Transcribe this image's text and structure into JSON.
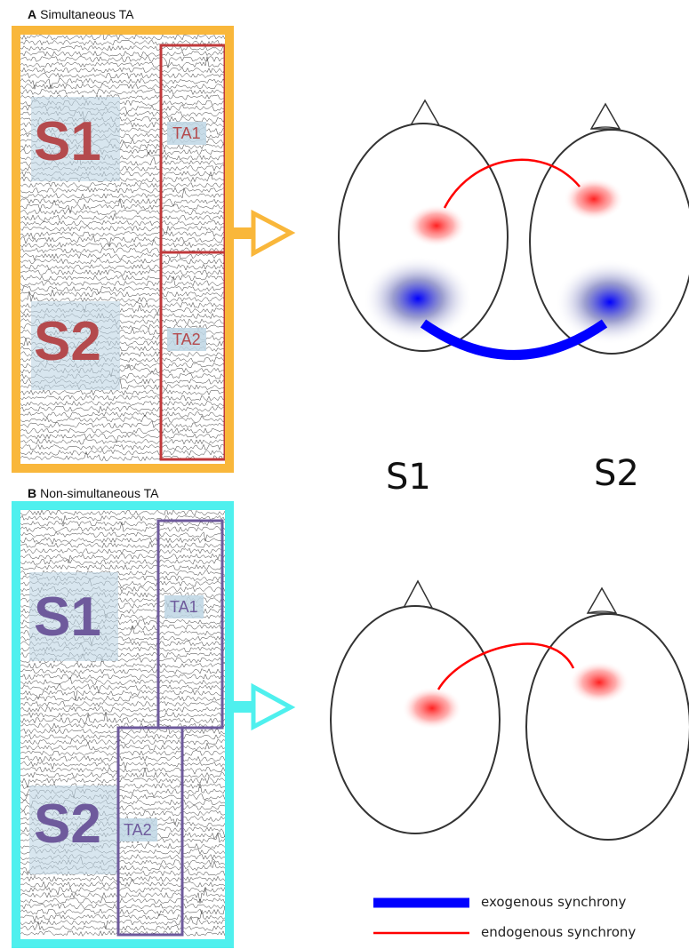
{
  "panel_a": {
    "letter": "A",
    "title": "Simultaneous TA",
    "subject_1": "S1",
    "subject_2": "S2",
    "ta1": "TA1",
    "ta2": "TA2",
    "frame_color": "#f9b73b",
    "box_color": "#c0393b"
  },
  "panel_b": {
    "letter": "B",
    "title": "Non-simultaneous TA",
    "subject_1": "S1",
    "subject_2": "S2",
    "ta1": "TA1",
    "ta2": "TA2",
    "frame_color": "#4ff0ee",
    "box_color": "#6e5a9c"
  },
  "heads": {
    "subject_1": "S1",
    "subject_2": "S2"
  },
  "legend": {
    "exogenous": "exogenous synchrony",
    "endogenous": "endogenous synchrony",
    "exogenous_color": "#0000ff",
    "endogenous_color": "#ff0000"
  }
}
